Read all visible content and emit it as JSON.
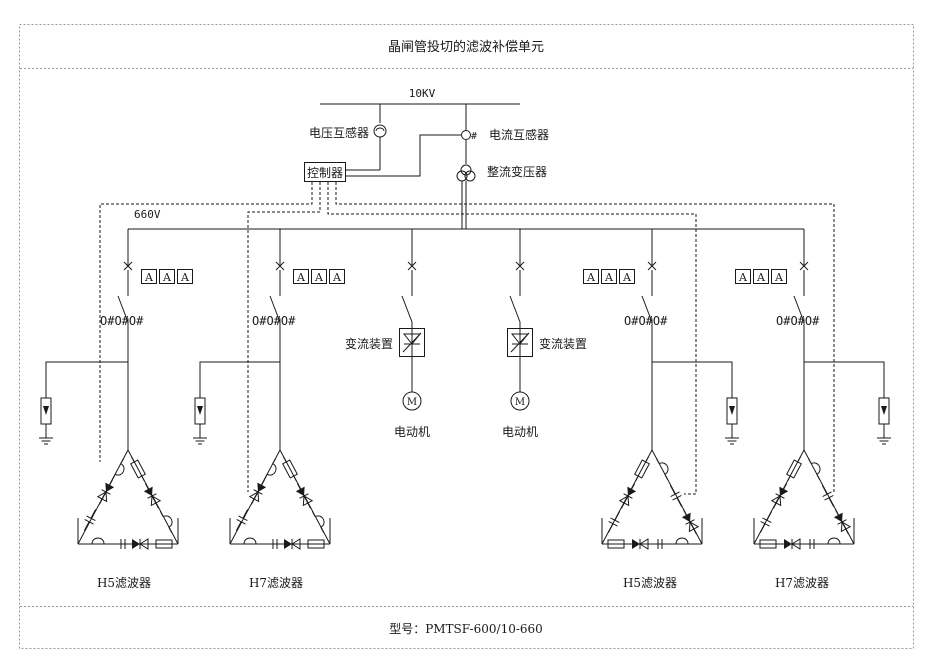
{
  "title": "晶闸管投切的滤波补偿单元",
  "footer": "型号：PMTSF-600/10-660",
  "labels": {
    "bus_hv": "10KV",
    "voltage_transformer": "电压互感器",
    "current_transformer": "电流互感器",
    "rectifier_transformer": "整流变压器",
    "controller": "控制器",
    "bus_lv": "660V",
    "ammeter": "A",
    "ct_marks": "O#O#O#",
    "converter": "变流装置",
    "motor_symbol": "M",
    "motor": "电动机",
    "filter_h5": "H5滤波器",
    "filter_h7": "H7滤波器"
  }
}
